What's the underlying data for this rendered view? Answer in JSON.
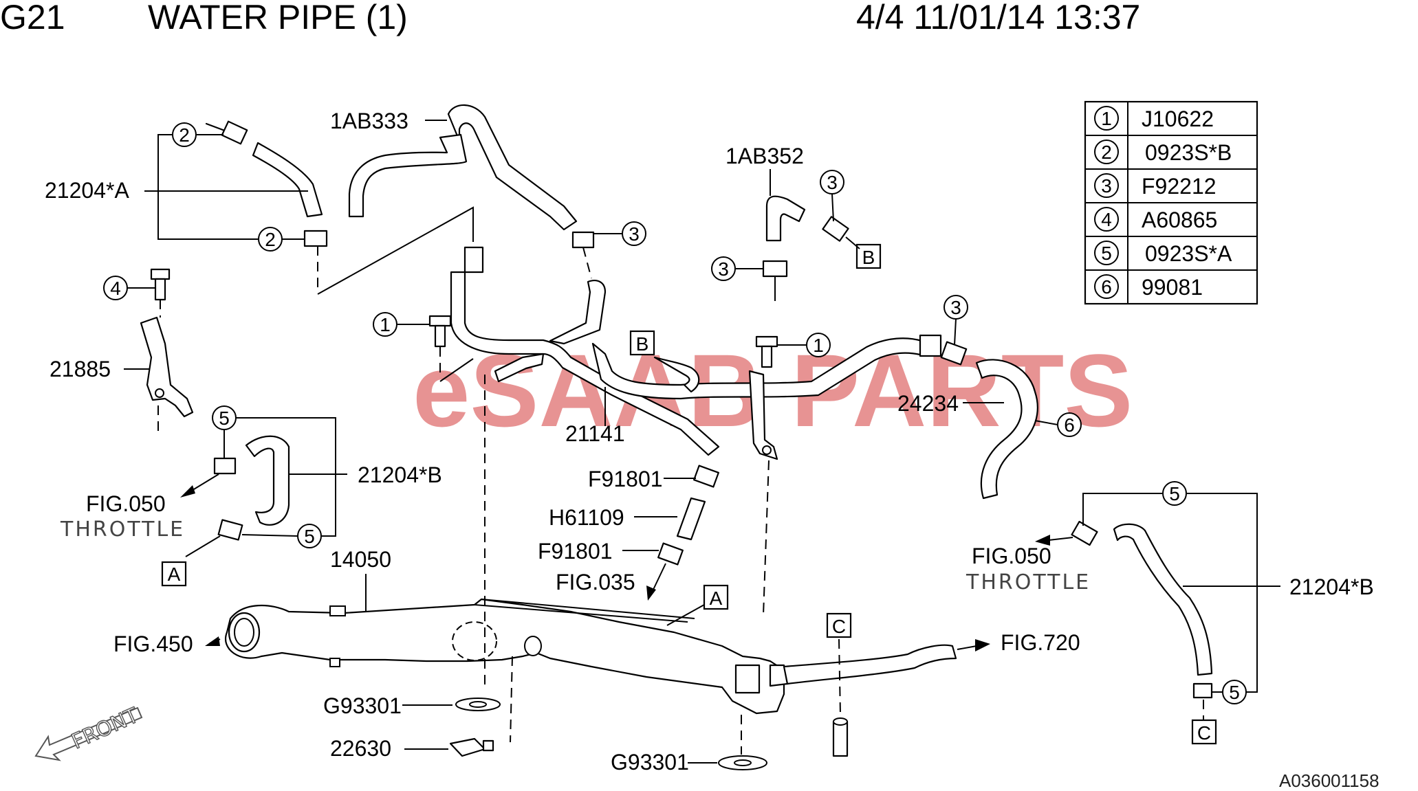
{
  "header": {
    "code": "G21",
    "title": "WATER PIPE (1)",
    "page_info": "4/4 11/01/14 13:37"
  },
  "legend": [
    {
      "num": "1",
      "part": "J10622"
    },
    {
      "num": "2",
      "part": "0923S*B"
    },
    {
      "num": "3",
      "part": "F92212"
    },
    {
      "num": "4",
      "part": "A60865"
    },
    {
      "num": "5",
      "part": "0923S*A"
    },
    {
      "num": "6",
      "part": "99081"
    }
  ],
  "callouts": {
    "c_1AB333": "1AB333",
    "c_1AB352": "1AB352",
    "c_21204A": "21204*A",
    "c_21885": "21885",
    "c_21204B_left": "21204*B",
    "c_fig050_left": "FIG.050",
    "c_throttle_left": "THROTTLE",
    "c_21141": "21141",
    "c_24234": "24234",
    "c_F91801_top": "F91801",
    "c_H61109": "H61109",
    "c_F91801_bot": "F91801",
    "c_fig035": "FIG.035",
    "c_14050": "14050",
    "c_fig450": "FIG.450",
    "c_fig720": "FIG.720",
    "c_G93301_left": "G93301",
    "c_22630": "22630",
    "c_G93301_bot": "G93301",
    "c_fig050_right": "FIG.050",
    "c_throttle_right": "THROTTLE",
    "c_21204B_right": "21204*B"
  },
  "markers": {
    "b_top": "B",
    "b_mid": "B",
    "a_left": "A",
    "a_mid": "A",
    "c_mid": "C",
    "c_right": "C"
  },
  "num_circles": {
    "n2_top": "2",
    "n2_bot": "2",
    "n4": "4",
    "n5_left_top": "5",
    "n5_left_bot": "5",
    "n1_left": "1",
    "n3_top": "3",
    "n3_1ab352_top": "3",
    "n3_1ab352_left": "3",
    "n1_mid": "1",
    "n3_right": "3",
    "n6": "6",
    "n5_right_top": "5",
    "n5_right_bot": "5"
  },
  "watermark": "eSAAB PARTS",
  "front_label": "FRONT",
  "image_ref": "A036001158"
}
